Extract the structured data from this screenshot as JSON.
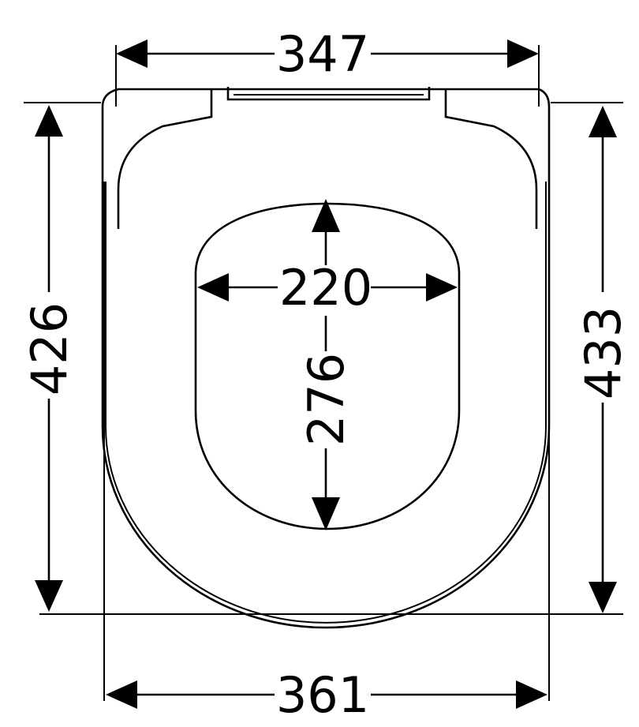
{
  "dimensions": {
    "top_width": "347",
    "bottom_width": "361",
    "left_length": "426",
    "right_length": "433",
    "opening_width": "220",
    "opening_length": "276"
  },
  "colors": {
    "line": "#000000",
    "background": "#ffffff"
  }
}
